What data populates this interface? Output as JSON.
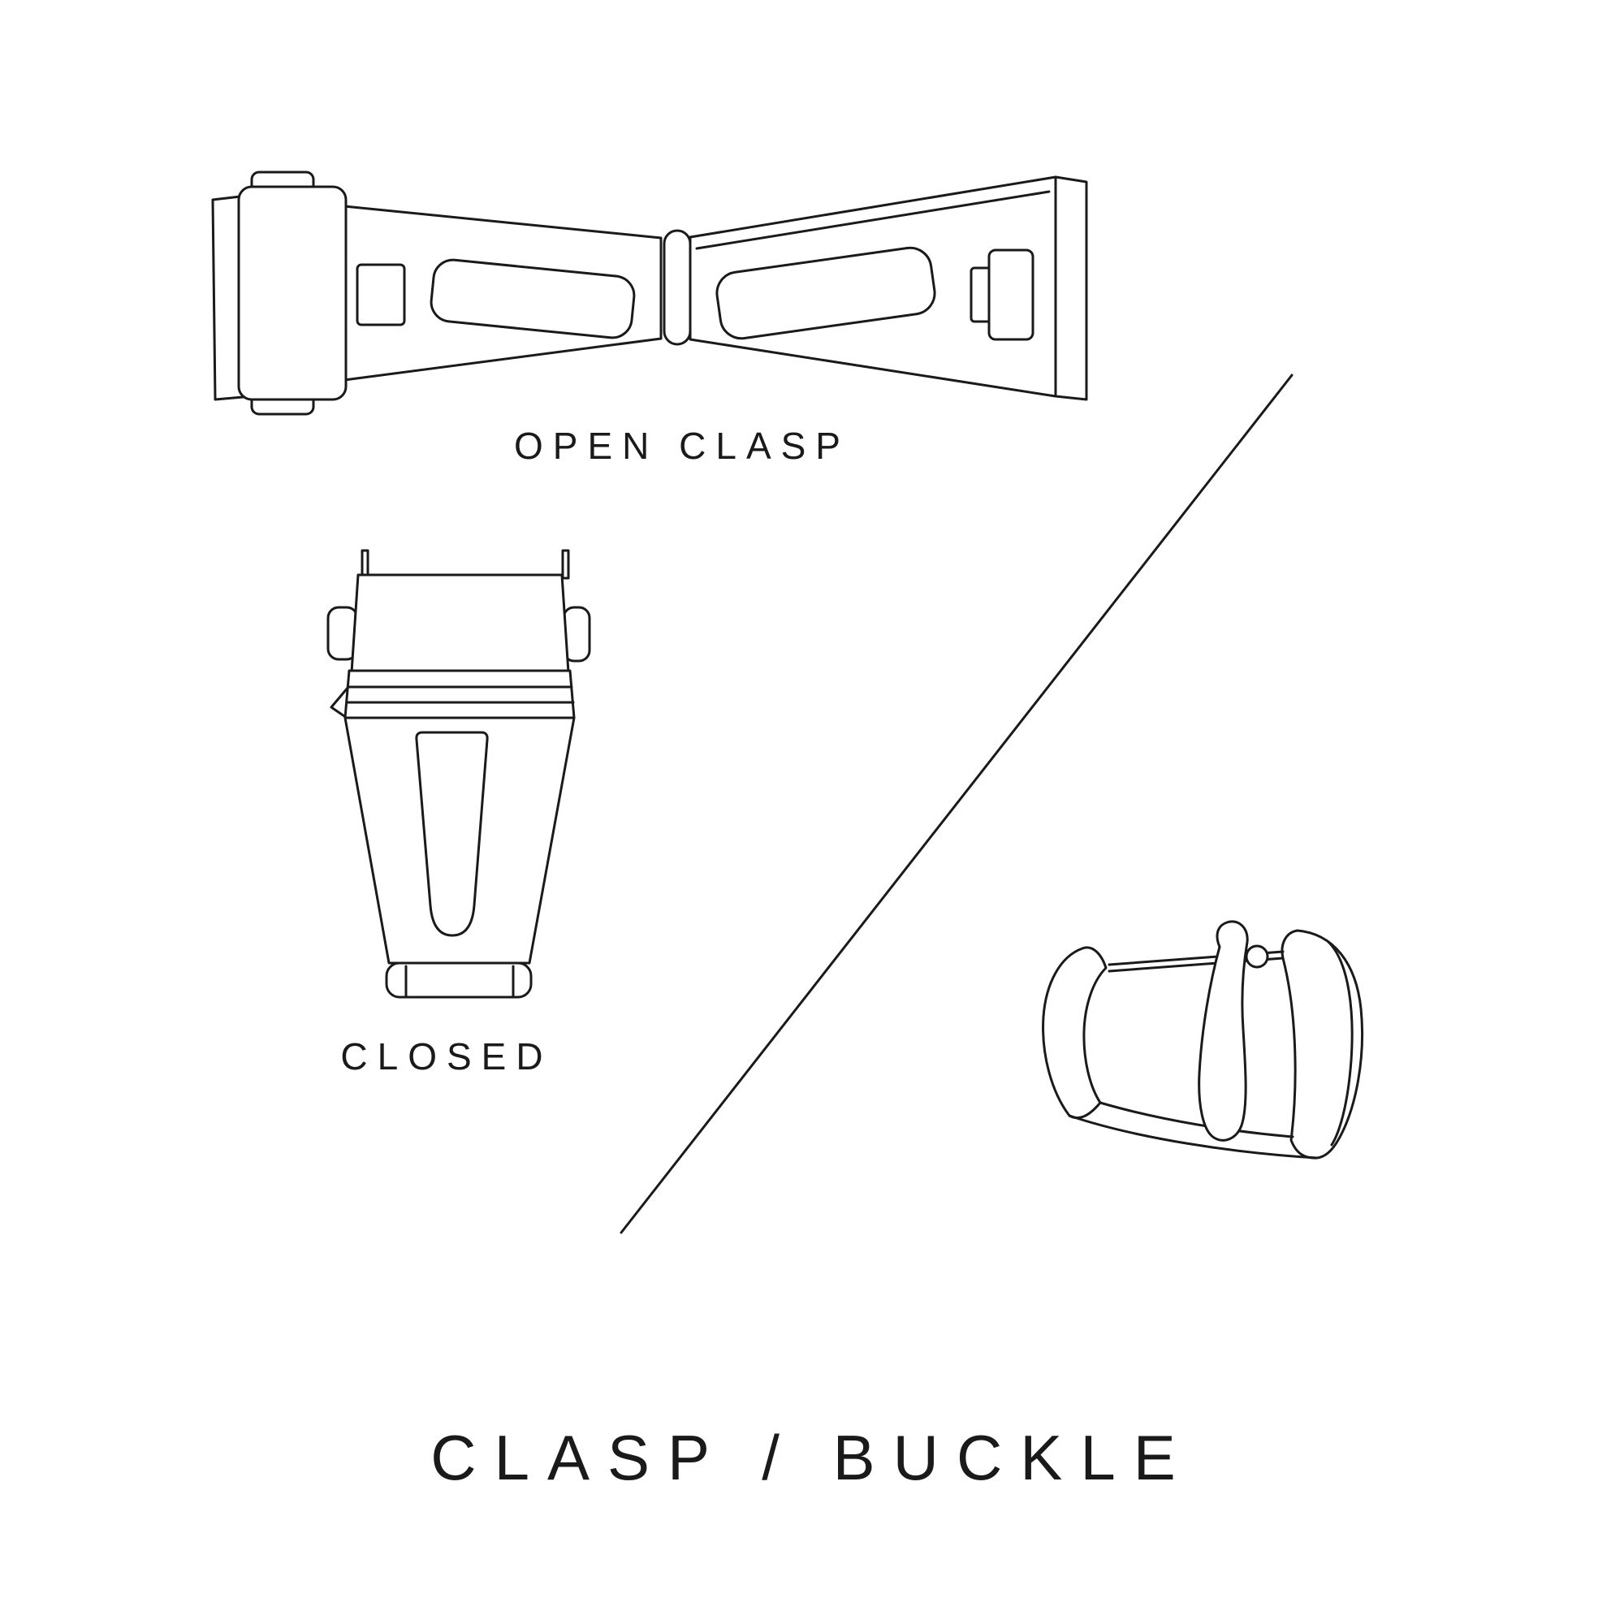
{
  "title": {
    "text": "CLASP / BUCKLE"
  },
  "figures": {
    "open_clasp": {
      "label": "OPEN CLASP"
    },
    "closed_clasp": {
      "label": "CLOSED"
    },
    "buckle": {
      "label": ""
    }
  },
  "colors": {
    "ink": "#1a1a1a",
    "background": "#ffffff"
  }
}
